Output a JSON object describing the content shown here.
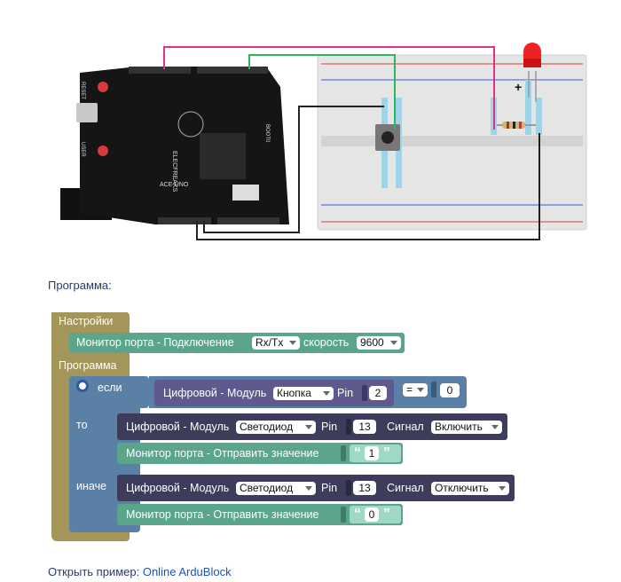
{
  "board": {
    "silk_reset": "RESET",
    "silk_user": "USER",
    "silk_name": "ACE-UNO",
    "silk_brand": "ELECFREAKS",
    "silk_boot": "BOOT0",
    "plus_sign": "+"
  },
  "intro_text": "Программа:",
  "settings": {
    "header": "Настройки",
    "serial_label": "Монитор порта - Подключение",
    "serial_port": "Rx/Tx",
    "speed_label": "скорость",
    "speed_value": "9600"
  },
  "program": {
    "header": "Программа",
    "if_label": "если",
    "then_label": "то",
    "else_label": "иначе",
    "condition": {
      "label": "Цифровой - Модуль",
      "module": "Кнопка",
      "pin_label": "Pin",
      "pin_value": "2",
      "operator": "=",
      "value": "0"
    },
    "then_led": {
      "label": "Цифровой - Модуль",
      "module": "Светодиод",
      "pin_label": "Pin",
      "pin_value": "13",
      "signal_label": "Сигнал",
      "signal_value": "Включить"
    },
    "then_print": {
      "label": "Монитор порта - Отправить значение",
      "value": "1"
    },
    "else_led": {
      "label": "Цифровой - Модуль",
      "module": "Светодиод",
      "pin_label": "Pin",
      "pin_value": "13",
      "signal_label": "Сигнал",
      "signal_value": "Отключить"
    },
    "else_print": {
      "label": "Монитор порта - Отправить значение",
      "value": "0"
    }
  },
  "footer": {
    "prefix": "Открыть пример:",
    "link": "Online ArduBlock"
  },
  "colors": {
    "olive": "#a4955a",
    "teal": "#5ba58c",
    "blue": "#5a80a5",
    "navy": "#5e5a8e",
    "dark": "#3d3c5b",
    "board": "#151515",
    "pink_wire": "#e0308c",
    "green_wire": "#2fb55a"
  }
}
